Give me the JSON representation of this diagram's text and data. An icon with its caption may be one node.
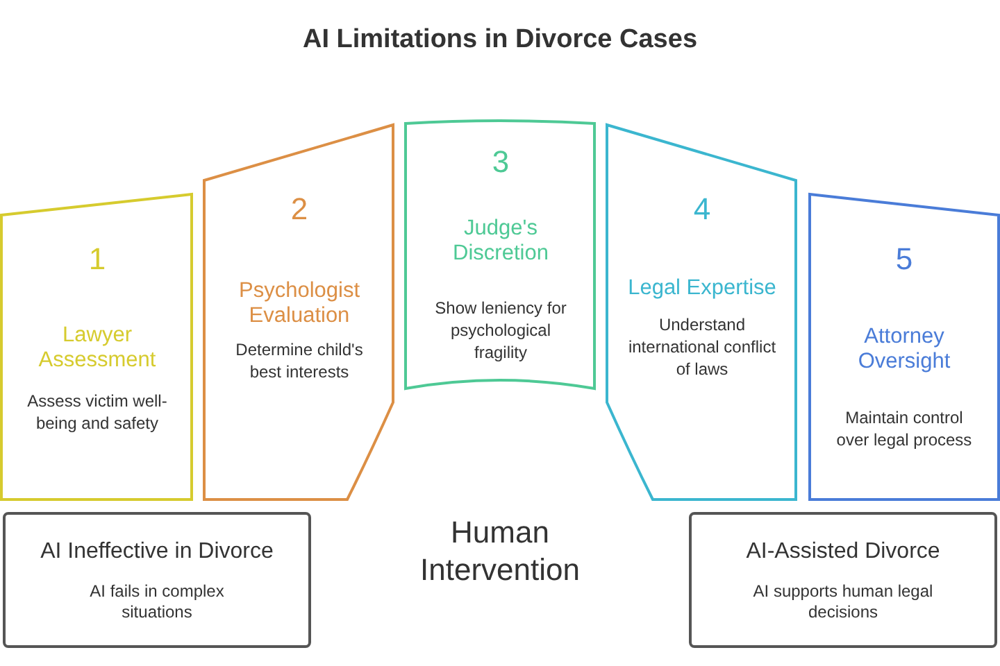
{
  "diagram": {
    "title": "AI Limitations in Divorce Cases",
    "nodes": [
      {
        "text": [
          "1",
          "Lawyer Assessment",
          "Assess victim well-being and safety"
        ]
      },
      {
        "text": [
          "2",
          "Psychologist Evaluation",
          "Determine child's best interests"
        ]
      },
      {
        "text": [
          "3",
          "Judge's Discretion",
          "Show leniency for psychological fragility"
        ]
      },
      {
        "text": [
          "4",
          "Legal Expertise",
          "Understand international conflict of laws"
        ]
      },
      {
        "text": [
          "5",
          "Attorney Oversight",
          "Maintain control over legal process"
        ]
      },
      {
        "text": [
          "AI Ineffective in Divorce",
          "AI fails in complex situations"
        ]
      },
      {
        "text": [
          "AI-Assisted Divorce",
          "AI supports human legal decisions"
        ]
      }
    ],
    "edges": [],
    "labels": [
      "Human Intervention"
    ]
  }
}
